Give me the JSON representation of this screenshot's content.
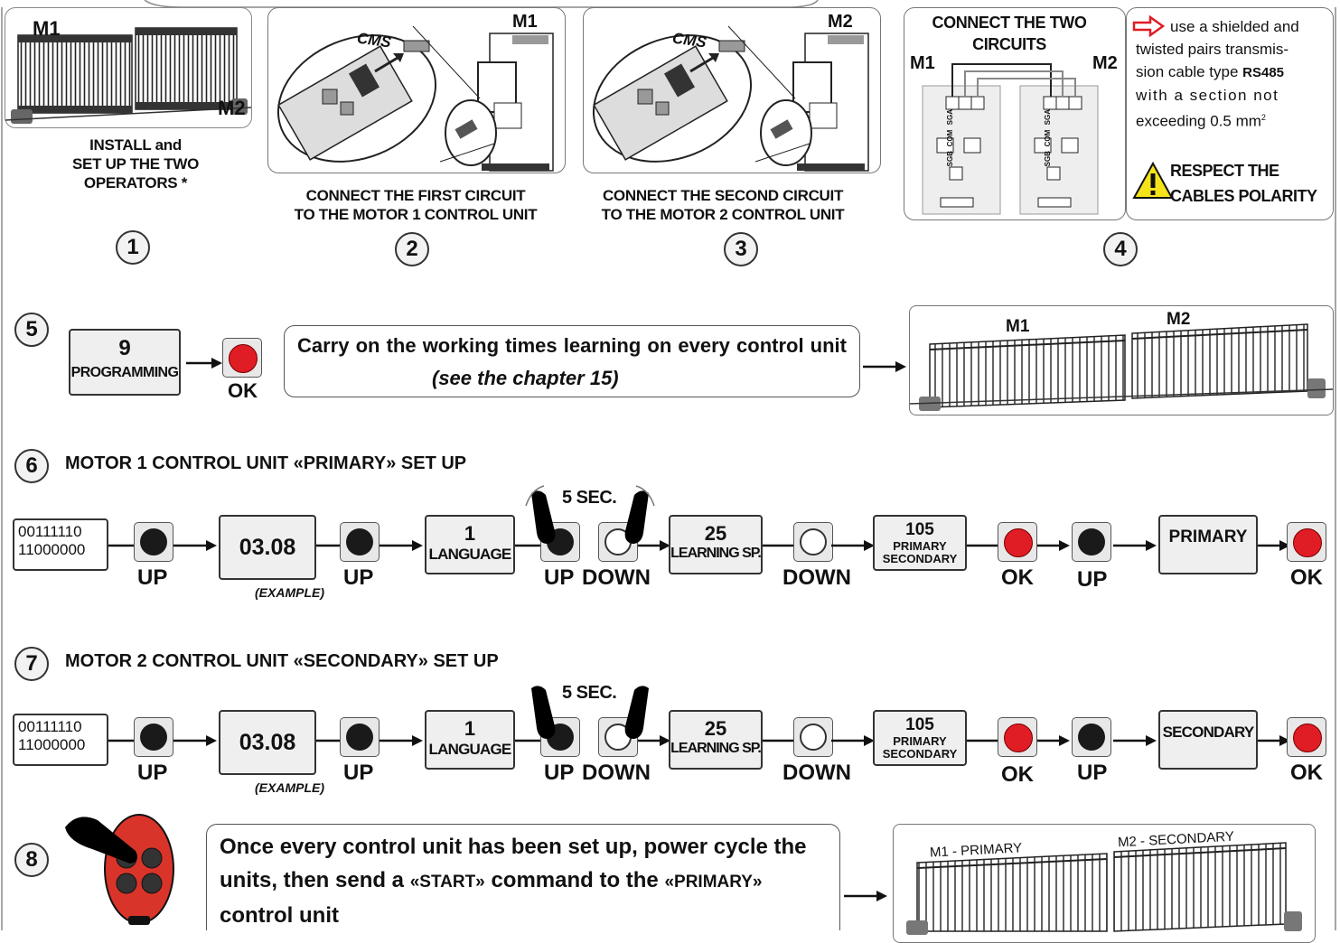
{
  "step1": {
    "m1": "M1",
    "m2": "M2",
    "caption_line1": "INSTALL and",
    "caption_line2": "SET UP THE TWO",
    "caption_line3": "OPERATORS *",
    "number": "1"
  },
  "step2": {
    "cms": "CMS",
    "motor": "M1",
    "caption_line1": "CONNECT THE FIRST CIRCUIT",
    "caption_line2": "TO THE MOTOR 1 CONTROL UNIT",
    "number": "2"
  },
  "step3": {
    "cms": "CMS",
    "motor": "M2",
    "caption_line1": "CONNECT THE SECOND CIRCUIT",
    "caption_line2": "TO THE MOTOR 2 CONTROL UNIT",
    "number": "3"
  },
  "step4": {
    "title_line1": "CONNECT THE TWO",
    "title_line2": "CIRCUITS",
    "m1": "M1",
    "m2": "M2",
    "terminals": [
      "SGB",
      "COM",
      "SGA"
    ],
    "note_line1": "use a shielded and",
    "note_line2": "twisted pairs transmis-",
    "note_line3": "sion cable type",
    "note_bold": "RS485",
    "note_line4": "with a section not",
    "note_line5": "exceeding 0.5 mm",
    "note_sup": "2",
    "warning_line1": "RESPECT THE",
    "warning_line2": "CABLES POLARITY",
    "number": "4"
  },
  "step5": {
    "number": "5",
    "display_value": "9",
    "display_label": "PROGRAMMING",
    "ok": "OK",
    "text_main": "Carry on the working times learning on every control unit",
    "text_italic": "(see the chapter 15)",
    "m1": "M1",
    "m2": "M2"
  },
  "step6": {
    "number": "6",
    "title": "MOTOR 1 CONTROL UNIT «PRIMARY» SET UP",
    "bin_line1": "00111110",
    "bin_line2": "11000000",
    "up": "UP",
    "down": "DOWN",
    "ok": "OK",
    "version": "03.08",
    "example": "(EXAMPLE)",
    "lang_num": "1",
    "lang_label": "LANGUAGE",
    "five_sec": "5 SEC.",
    "learn_num": "25",
    "learn_label": "LEARNING SP.",
    "mode_num": "105",
    "mode_label1": "PRIMARY",
    "mode_label2": "SECONDARY",
    "result": "PRIMARY"
  },
  "step7": {
    "number": "7",
    "title": "MOTOR 2 CONTROL UNIT «SECONDARY» SET UP",
    "bin_line1": "00111110",
    "bin_line2": "11000000",
    "up": "UP",
    "down": "DOWN",
    "ok": "OK",
    "version": "03.08",
    "example": "(EXAMPLE)",
    "lang_num": "1",
    "lang_label": "LANGUAGE",
    "five_sec": "5 SEC.",
    "learn_num": "25",
    "learn_label": "LEARNING SP.",
    "mode_num": "105",
    "mode_label1": "PRIMARY",
    "mode_label2": "SECONDARY",
    "result": "SECONDARY"
  },
  "step8": {
    "number": "8",
    "text_a": "Once every control unit has been set up, power cycle the units, then send a",
    "text_start": "«START»",
    "text_b": "command to the",
    "text_primary": "«PRIMARY»",
    "text_c": "control unit",
    "m1_label": "M1 - PRIMARY",
    "m2_label": "M2 - SECONDARY"
  },
  "colors": {
    "red": "#e01c24",
    "arrow_red": "#e01c24",
    "warning_yellow": "#f5e31a",
    "board_bg": "#eeeeee"
  }
}
